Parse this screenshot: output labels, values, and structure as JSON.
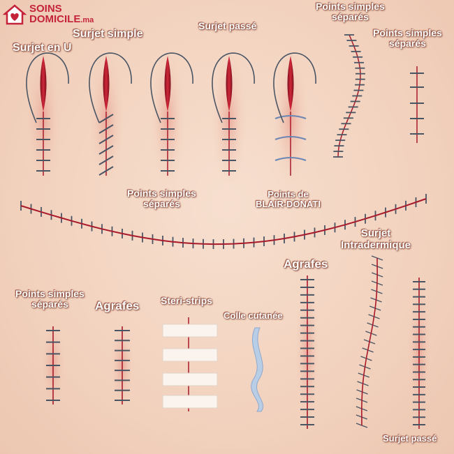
{
  "brand": {
    "line1": "SOINS",
    "line2": "DOMICILE",
    "suffix": ".ma",
    "color": "#c4233a"
  },
  "labels": {
    "surjet_en_u": "Surjet en U",
    "surjet_simple": "Surjet simple",
    "surjet_passe_top": "Surjet passé",
    "points_simples_top_line1": "Points simples",
    "points_simples_top_line2": "séparés",
    "points_simples_right_line1": "Points simples",
    "points_simples_right_line2": "séparés",
    "points_simples_mid_line1": "Points simples",
    "points_simples_mid_line2": "séparés",
    "blair_line1": "Points de",
    "blair_line2": "BLAIR-DONATI",
    "surjet_intra_line1": "Surjet",
    "surjet_intra_line2": "Intradermique",
    "agrafes_right": "Agrafes",
    "points_simples_left_line1": "Points simples",
    "points_simples_left_line2": "séparés",
    "agrafes_left": "Agrafes",
    "steri_strips": "Steri-strips",
    "colle": "Colle cutanée",
    "surjet_passe_bottom": "Surjet passé"
  },
  "colors": {
    "wound": "#a8192a",
    "thread": "#4a5564",
    "skin": "#f2d2be",
    "glue": "#b8cde6"
  },
  "icons": {
    "logo": "house-heart-icon"
  }
}
